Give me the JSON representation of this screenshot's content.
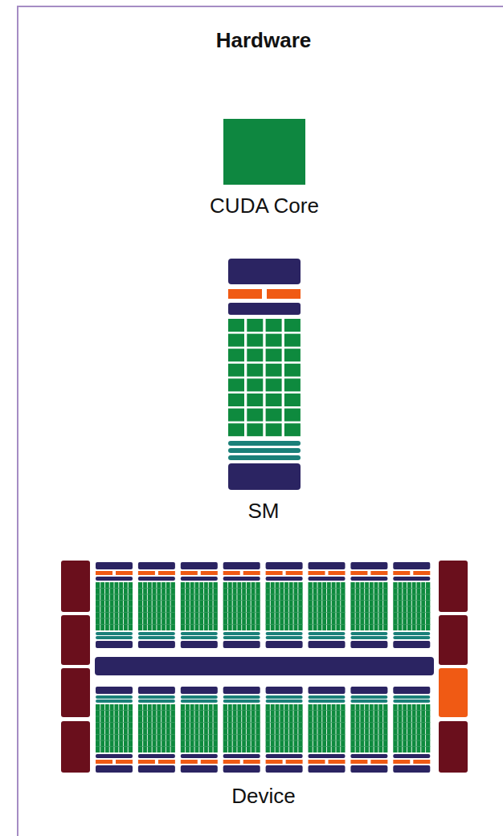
{
  "diagram": {
    "title": "Hardware",
    "labels": [
      "CUDA Core",
      "SM",
      "Device"
    ]
  }
}
